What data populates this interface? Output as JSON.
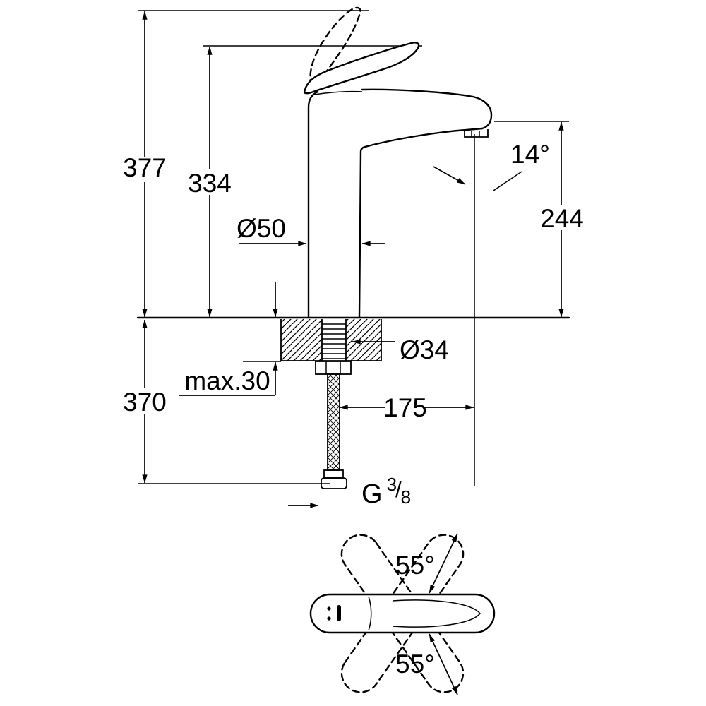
{
  "drawing": {
    "name": "faucet-dimensional-drawing",
    "colors": {
      "line": "#000000",
      "background": "#ffffff"
    },
    "dimensions": {
      "total_height": "377",
      "handle_height": "334",
      "body_diameter": "Ø50",
      "spout_angle": "14°",
      "spout_height": "244",
      "max_thickness": "max.30",
      "hole_diameter": "Ø34",
      "under_counter": "370",
      "projection": "175",
      "swivel_up": "55°",
      "swivel_down": "55°"
    },
    "thread": {
      "prefix": "G",
      "numerator": "3",
      "slash": "/",
      "denominator": "8"
    }
  }
}
